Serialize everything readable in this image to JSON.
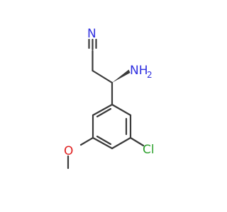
{
  "molecule": {
    "atoms": {
      "nitrile_N": "N",
      "nitrile_C": "C",
      "amine": "NH",
      "amine_sub": "2",
      "chlorine": "Cl",
      "oxygen": "O"
    },
    "colors": {
      "bond": "#3a3a3a",
      "nitrogen": "#3030e0",
      "carbon": "#3a3a3a",
      "chlorine": "#2ca02c",
      "oxygen": "#e02020"
    }
  }
}
